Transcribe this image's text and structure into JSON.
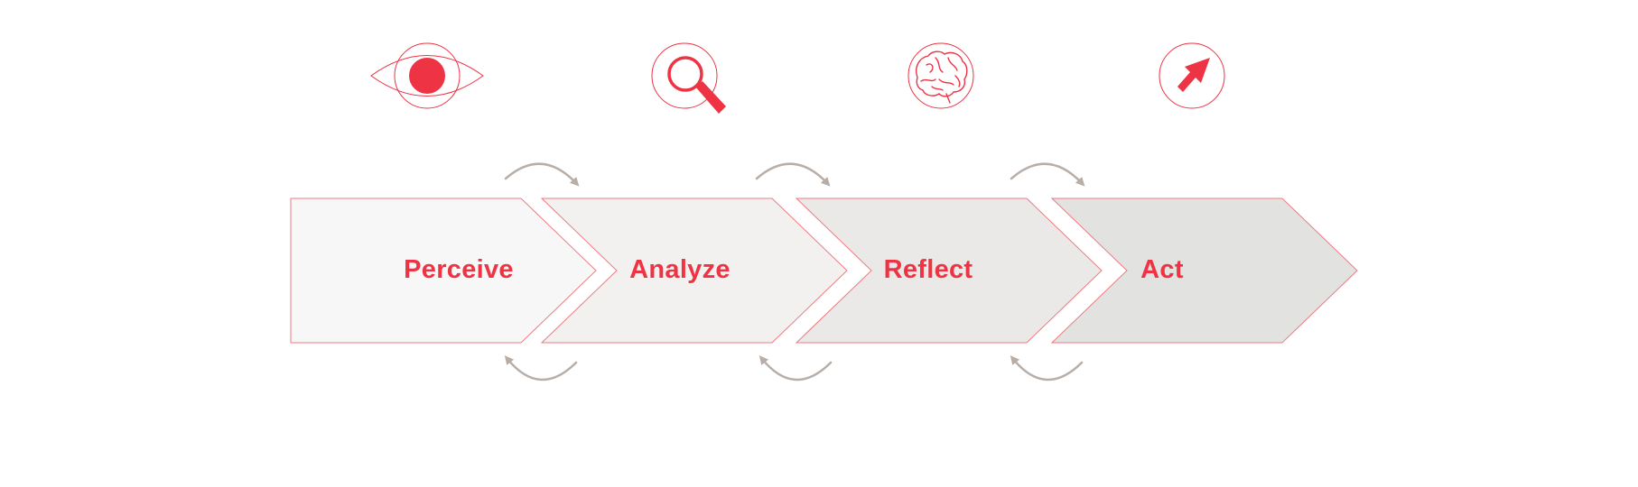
{
  "colors": {
    "accent": "#ee3344",
    "outline": "#f07a82",
    "loop_arrow": "#b8aea8",
    "stage_fills": [
      "#f8f7f7",
      "#f2f1f0",
      "#eae9e8",
      "#e2e2e1"
    ]
  },
  "steps": [
    {
      "label": "Perceive",
      "icon": "eye-icon"
    },
    {
      "label": "Analyze",
      "icon": "magnifier-icon"
    },
    {
      "label": "Reflect",
      "icon": "brain-icon"
    },
    {
      "label": "Act",
      "icon": "cursor-arrow-icon"
    }
  ],
  "loop_arrows": [
    {
      "position": "top",
      "direction": "forward",
      "between": [
        0,
        1
      ]
    },
    {
      "position": "top",
      "direction": "forward",
      "between": [
        1,
        2
      ]
    },
    {
      "position": "top",
      "direction": "forward",
      "between": [
        2,
        3
      ]
    },
    {
      "position": "bottom",
      "direction": "backward",
      "between": [
        0,
        1
      ]
    },
    {
      "position": "bottom",
      "direction": "backward",
      "between": [
        1,
        2
      ]
    },
    {
      "position": "bottom",
      "direction": "backward",
      "between": [
        2,
        3
      ]
    }
  ]
}
